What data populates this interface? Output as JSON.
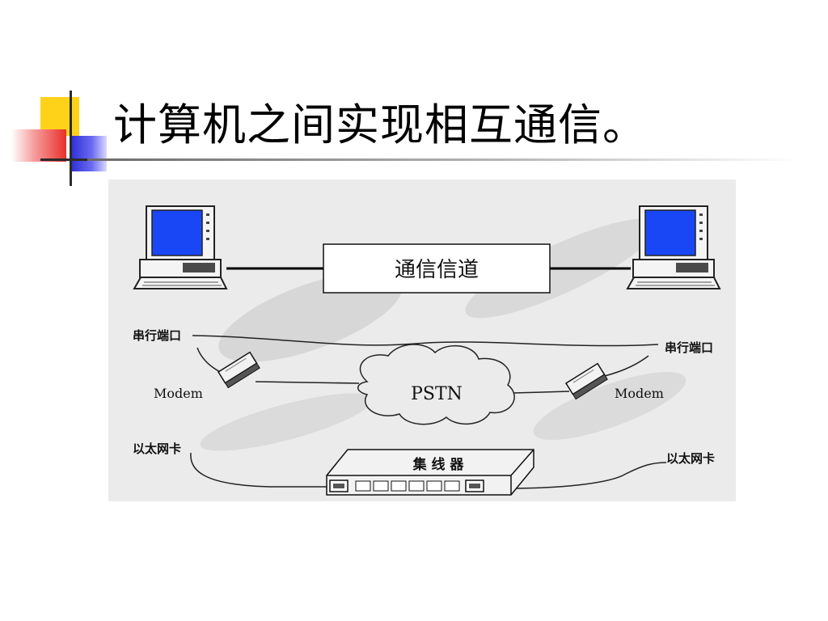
{
  "slide": {
    "title": "计算机之间实现相互通信。"
  },
  "diagram": {
    "channel_label": "通信信道",
    "serial_port_left": "串行端口",
    "serial_port_right": "串行端口",
    "modem_left": "Modem",
    "modem_right": "Modem",
    "pstn": "PSTN",
    "ethernet_card_left": "以太网卡",
    "ethernet_card_right": "以太网卡",
    "hub_label": "集 线 器"
  },
  "colors": {
    "screen_blue": "#1a47f5",
    "accent_yellow": "#ffd21a",
    "accent_red": "#e8302a",
    "accent_blue": "#2b2bd6"
  }
}
